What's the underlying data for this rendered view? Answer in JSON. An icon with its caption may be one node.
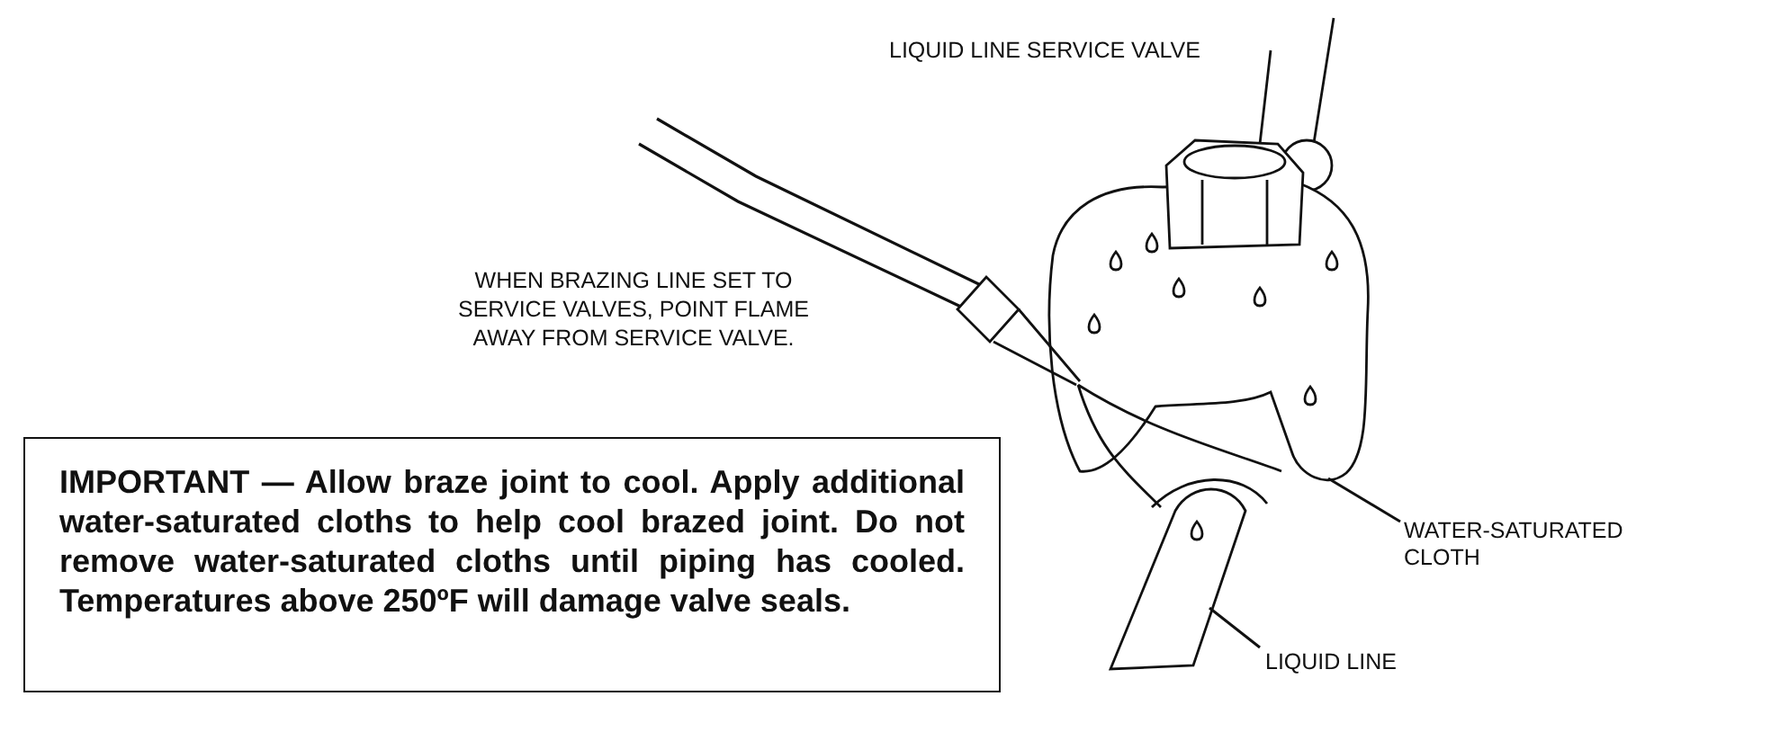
{
  "diagram": {
    "nodes": [
      {
        "text": [
          "IMPORTANT — Allow braze joint to cool. Apply additional water-saturated cloths to help cool brazed joint. Do not remove water-saturated cloths until piping has cooled. Temperatures above 250ºF will damage valve seals."
        ]
      },
      {
        "text": [
          "WATER-SATURATED CLOTH"
        ]
      },
      {
        "text": [],
        "shape": "picture"
      },
      {
        "text": [
          "LIQUID LINE"
        ]
      },
      {
        "text": [],
        "shape": "picture"
      }
    ],
    "edges": [
      {
        "from": 1,
        "to": 2,
        "arrow": "none"
      },
      {
        "from": 3,
        "to": 4,
        "arrow": "none"
      }
    ],
    "labels": [
      "LIQUID LINE SERVICE VALVE",
      "WHEN BRAZING LINE SET TO SERVICE VALVES, POINT FLAME AWAY FROM SERVICE VALVE."
    ]
  }
}
